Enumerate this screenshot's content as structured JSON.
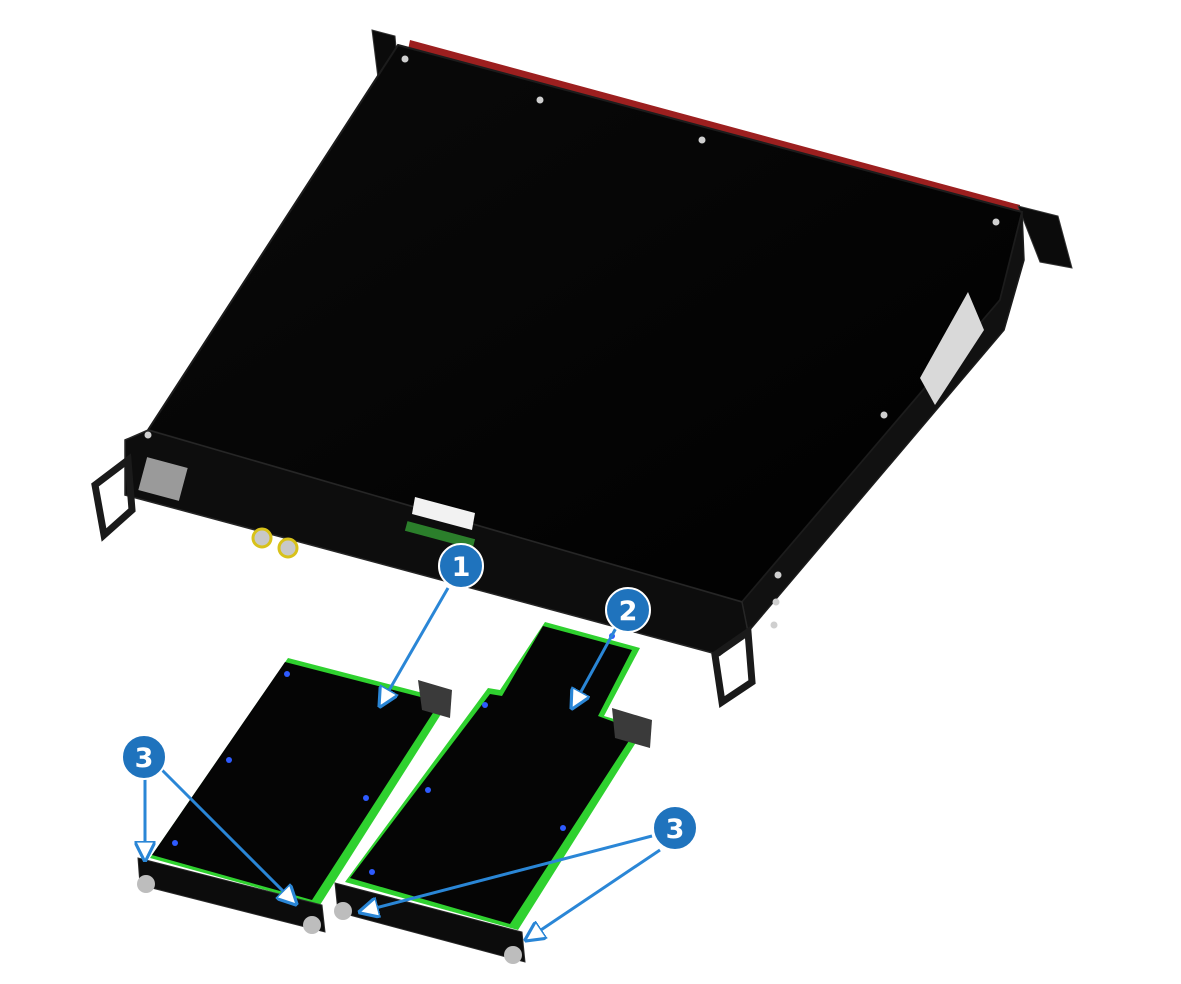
{
  "colors": {
    "chassis": "#050505",
    "chassis_edge": "#1c1c1c",
    "red_trim": "#9c1f1f",
    "pcb_green": "#2fd12f",
    "callout_blue": "#1f73bd",
    "arrow_blue": "#2a86d6",
    "label_white": "#f2f2f2"
  },
  "callouts": {
    "one": "1",
    "two": "2",
    "three_left": "3",
    "three_right": "3"
  }
}
